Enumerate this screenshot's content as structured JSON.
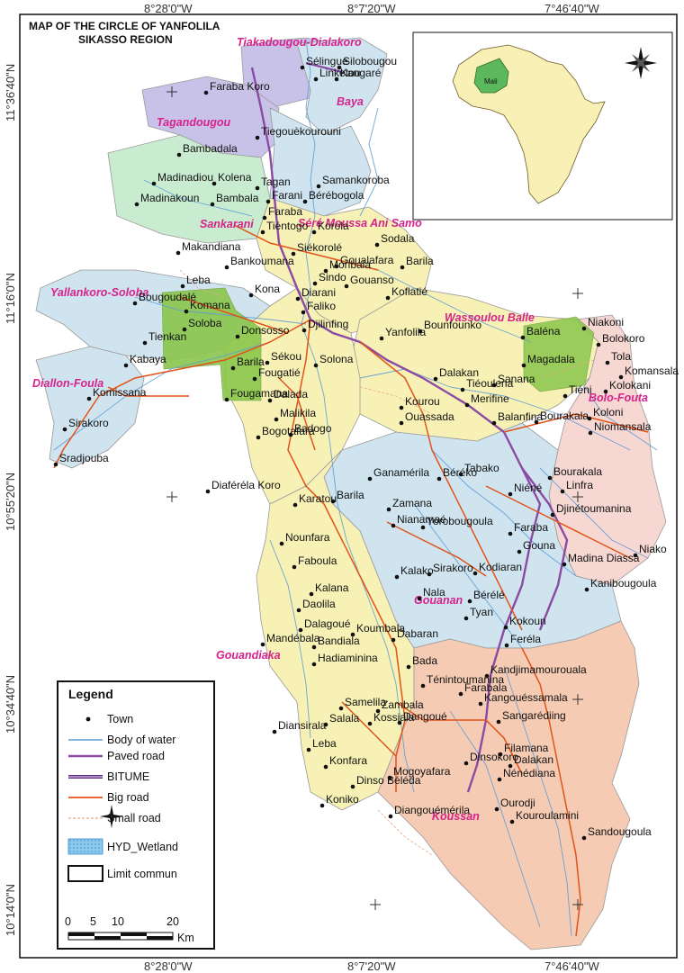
{
  "title": {
    "line1": "MAP OF THE CIRCLE OF YANFOLILA",
    "line2": "SIKASSO REGION"
  },
  "coords": {
    "top": [
      "8°28'0\"W",
      "8°7'20\"W",
      "7°46'40\"W"
    ],
    "bottom": [
      "8°28'0\"W",
      "8°7'20\"W",
      "7°46'40\"W"
    ],
    "left": [
      "11°36'40\"N",
      "11°16'0\"N",
      "10°55'20\"N",
      "10°34'40\"N",
      "10°14'0\"N"
    ]
  },
  "inset": {
    "country_label": "Mali"
  },
  "communes": [
    "Tiakadougou-Dialakoro",
    "Baya",
    "Tagandougou",
    "Sankarani",
    "Séré Moussa Ani Samo",
    "Yallankoro-Soloba",
    "Wassoulou Balle",
    "Diallon-Foula",
    "Bolo-Fouta",
    "Gouanan",
    "Gouandiaka",
    "Koussan"
  ],
  "towns": [
    "Sélingué",
    "Silobougou",
    "Linketou",
    "Kangaré",
    "Faraba Koro",
    "Tiegouèkourouni",
    "Bambadala",
    "Madinadiou",
    "Kolena",
    "Tagan",
    "Madinakoun",
    "Bambala",
    "Farani",
    "Samankoroba",
    "Bérébogola",
    "Faraba",
    "Tiéntogo",
    "Korola",
    "Makandiana",
    "Siékorolé",
    "Moribala",
    "Sodala",
    "Bankoumana",
    "Goualafara",
    "Barila",
    "Sindo",
    "Gouanso",
    "Leba",
    "Kona",
    "Diarani",
    "Koflatié",
    "Bougoudalé",
    "Komana",
    "Soloba",
    "Faliko",
    "Djilinfing",
    "Tienkan",
    "Donsosso",
    "Yanfolila",
    "Bounfounko",
    "Niakoni",
    "Baléna",
    "Bolokoro",
    "Tola",
    "Komansala",
    "Kabaya",
    "Barila",
    "Sékou",
    "Solona",
    "Dalakan",
    "Tiéoulena",
    "Magadala",
    "Sanana",
    "Kolokani",
    "Komissana",
    "Fougatié",
    "Fougamana",
    "Dalada",
    "Kourou",
    "Merifine",
    "Tiéni",
    "Koloni",
    "Ouassada",
    "Balanfina",
    "Bourakala",
    "Niomansala",
    "Sirakoro",
    "Malikila",
    "Badogo",
    "Bogotafara",
    "Sradjouba",
    "Ganamérila",
    "Béréko",
    "Tabako",
    "Bourakala",
    "Linfra",
    "Diaféréla Koro",
    "Barila",
    "Zamana",
    "Karatou",
    "Djinétoumanina",
    "Niéné",
    "Yorobougoula",
    "Faraba",
    "Gouna",
    "Nounfara",
    "Nianamaé",
    "Madina Diassa",
    "Niako",
    "Faboula",
    "Kalako",
    "Sirakoro",
    "Kodiaran",
    "Kanibougoula",
    "Kalana",
    "Daolila",
    "Nala",
    "Bérélé",
    "Tyan",
    "Kokoun",
    "Feréla",
    "Dalagoué",
    "Koumbala",
    "Dabaran",
    "Mandébala",
    "Bandiala",
    "Hadiaminina",
    "Bada",
    "Kandjimamourouala",
    "Ténintoumanina",
    "Farabala",
    "Kangouéssamala",
    "Samelila",
    "Zambala",
    "Kossiala",
    "Salala",
    "Dangoué",
    "Sangarédiing",
    "Diansirala",
    "Leba",
    "Filamana",
    "Konfara",
    "Dinsokoro",
    "Dalakan",
    "Mogoyafara",
    "Nénédiana",
    "Dinso Béléda",
    "Koniko",
    "Ourodji",
    "Diangouémérila",
    "Kouroulamini",
    "Sandougoula"
  ],
  "legend": {
    "title": "Legend",
    "items": [
      "Town",
      "Body of water",
      "Paved road",
      "BITUME",
      "Big road",
      "Small road",
      "HYD_Wetland",
      "Limit commun"
    ]
  },
  "scale": {
    "ticks": [
      "0",
      "5",
      "10",
      "20"
    ],
    "unit": "Km"
  },
  "colors": {
    "sea": "#cfe8f5",
    "wetland": "#8ac64c",
    "river": "#5d9bd6",
    "paved_road": "#8b4aa3",
    "big_road": "#e2531a",
    "commune_label": "#d6228c",
    "africa_land": "#f8f0b4",
    "mali": "#5cb85c"
  }
}
